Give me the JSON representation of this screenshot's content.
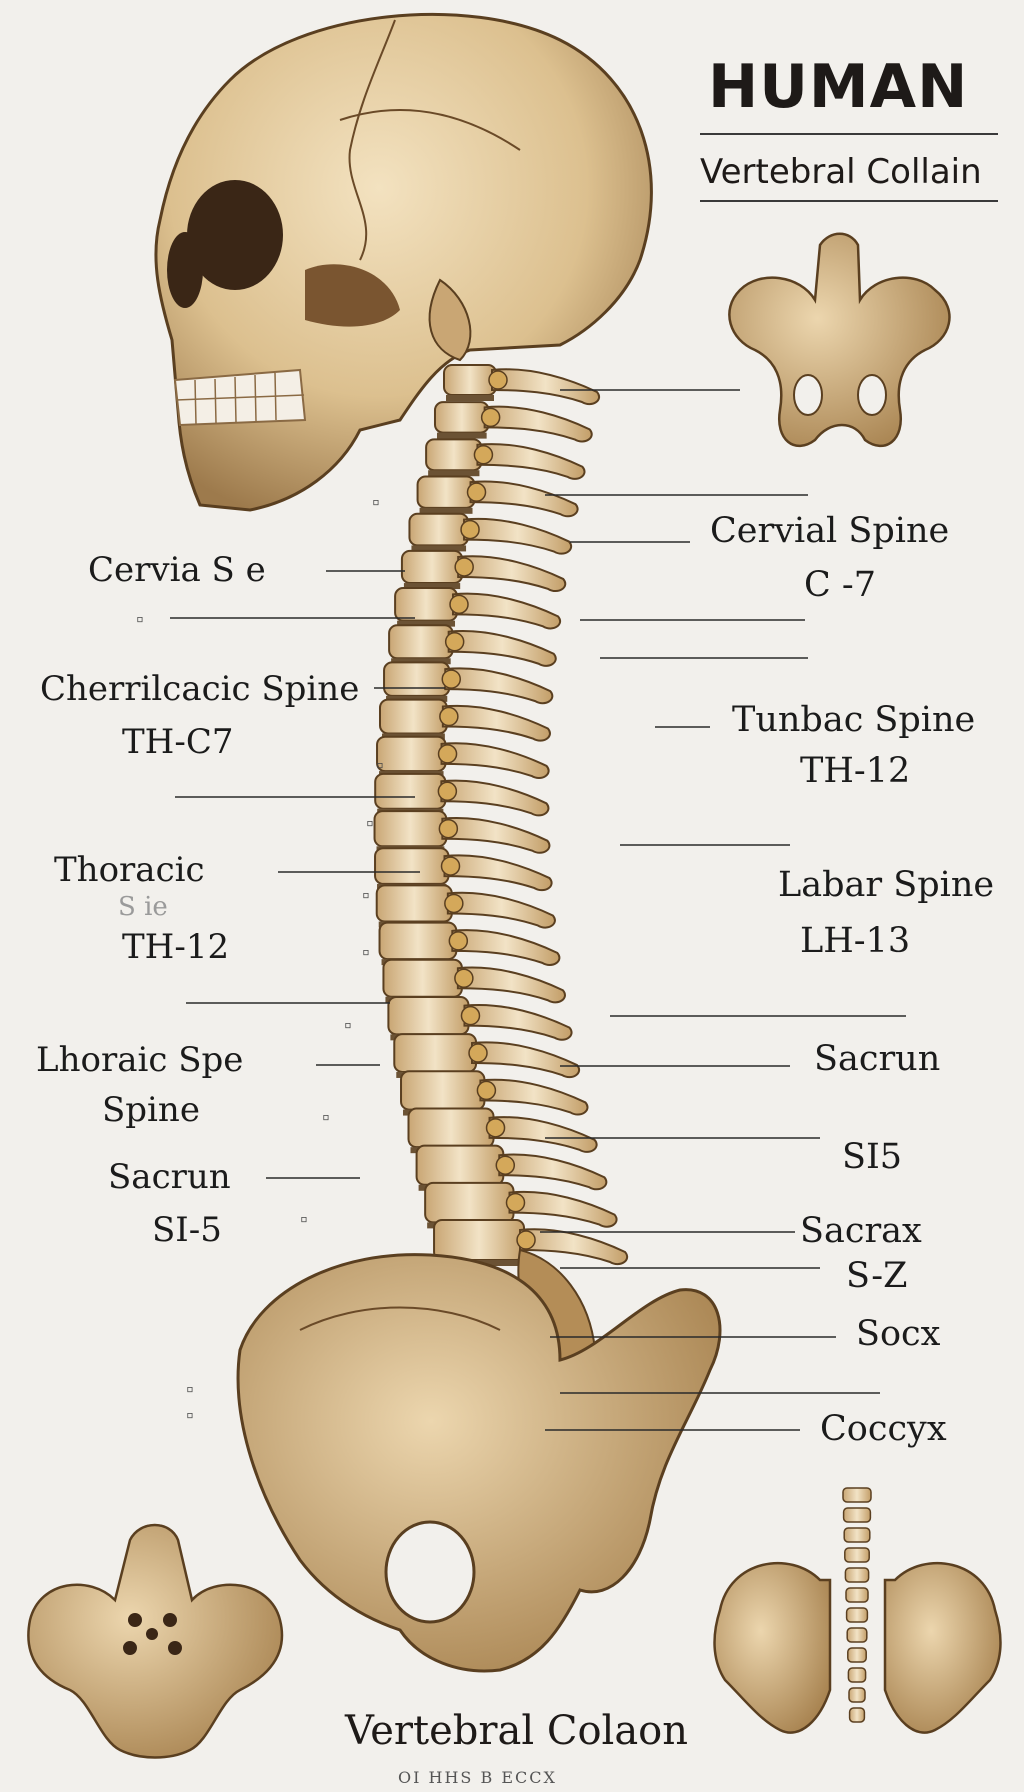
{
  "header": {
    "title": "HUMAN",
    "subtitle": "Vertebral Collain"
  },
  "left_labels": [
    {
      "text": "Cervia S  e"
    },
    {
      "text": "Cherrilcacic Spine"
    },
    {
      "text": "TH-C7"
    },
    {
      "text": "Thoracic"
    },
    {
      "text": "S ie"
    },
    {
      "text": "TH-12"
    },
    {
      "text": "Lhoraic Spe"
    },
    {
      "text": "Spine"
    },
    {
      "text": "Sacrun"
    },
    {
      "text": "SI-5"
    }
  ],
  "right_labels": [
    {
      "text": "Cervial Spine"
    },
    {
      "text": "C -7"
    },
    {
      "text": "Tunbac Spine"
    },
    {
      "text": "TH-12"
    },
    {
      "text": "Labar Spine"
    },
    {
      "text": "LH-13"
    },
    {
      "text": "Sacrun"
    },
    {
      "text": "SI5"
    },
    {
      "text": "Sacrax"
    },
    {
      "text": "S-Z"
    },
    {
      "text": "Socx"
    },
    {
      "text": "Coccyx"
    }
  ],
  "caption": "Vertebral Colaon",
  "footer": "OI HHS B ECCX"
}
